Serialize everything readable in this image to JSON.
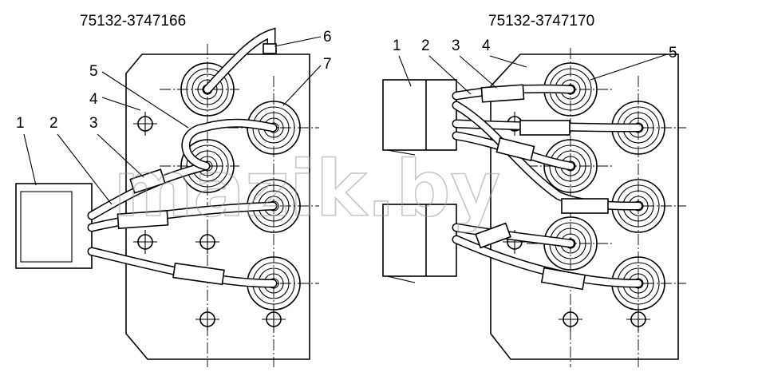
{
  "left": {
    "title": "75132-3747166",
    "callouts": [
      "1",
      "2",
      "3",
      "4",
      "5",
      "6",
      "7"
    ]
  },
  "right": {
    "title": "75132-3747170",
    "callouts": [
      "1",
      "2",
      "3",
      "4",
      "5"
    ]
  },
  "watermark": "mazik.by"
}
